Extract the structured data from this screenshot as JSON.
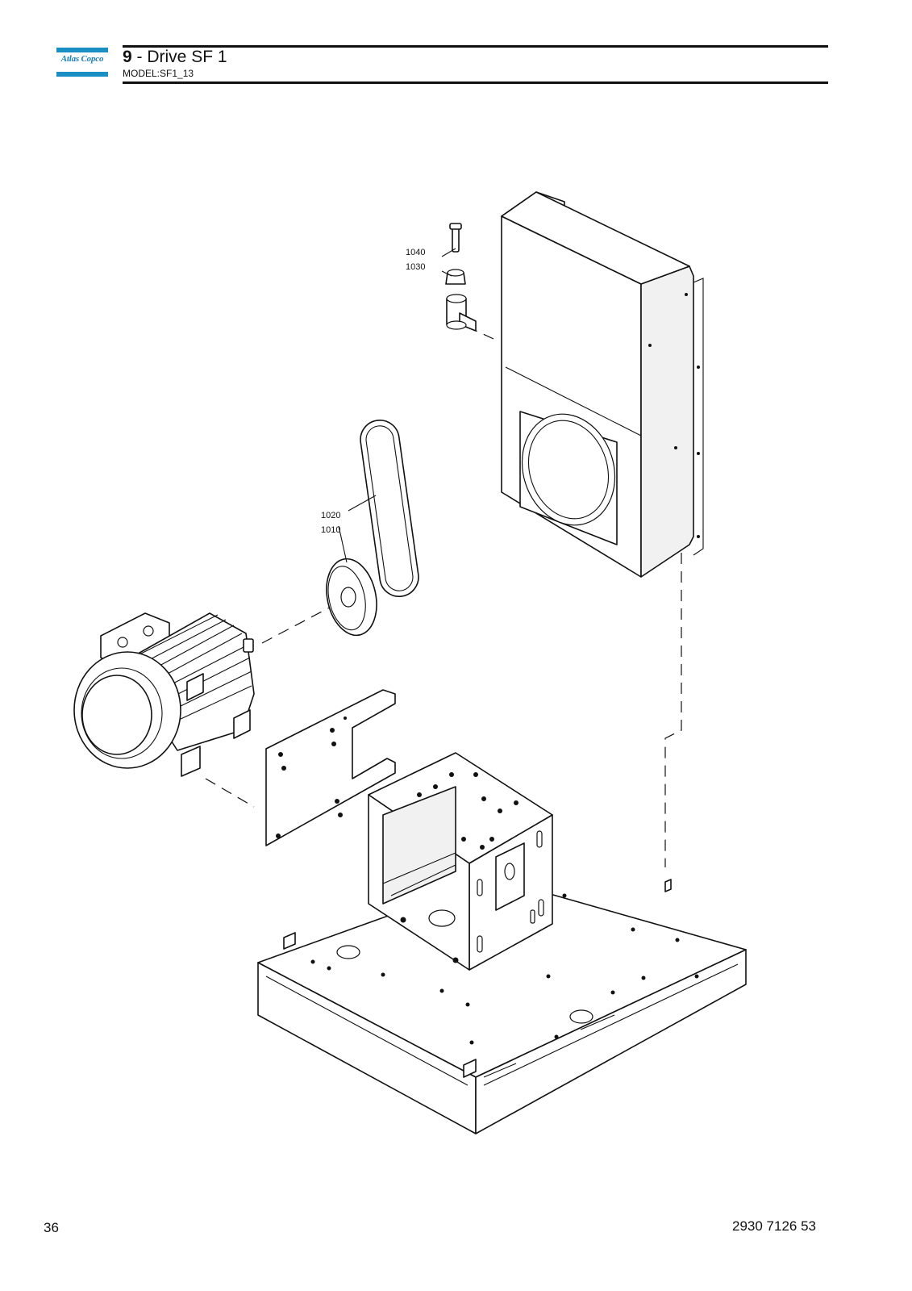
{
  "header": {
    "logo_text": "Atlas Copco",
    "section_number": "9",
    "section_title": " - Drive SF 1",
    "model": "MODEL:SF1_13"
  },
  "drawing": {
    "callouts": [
      "1040",
      "1030",
      "1020",
      "1010"
    ]
  },
  "footer": {
    "page_number": "36",
    "document_number": "2930 7126 53"
  }
}
